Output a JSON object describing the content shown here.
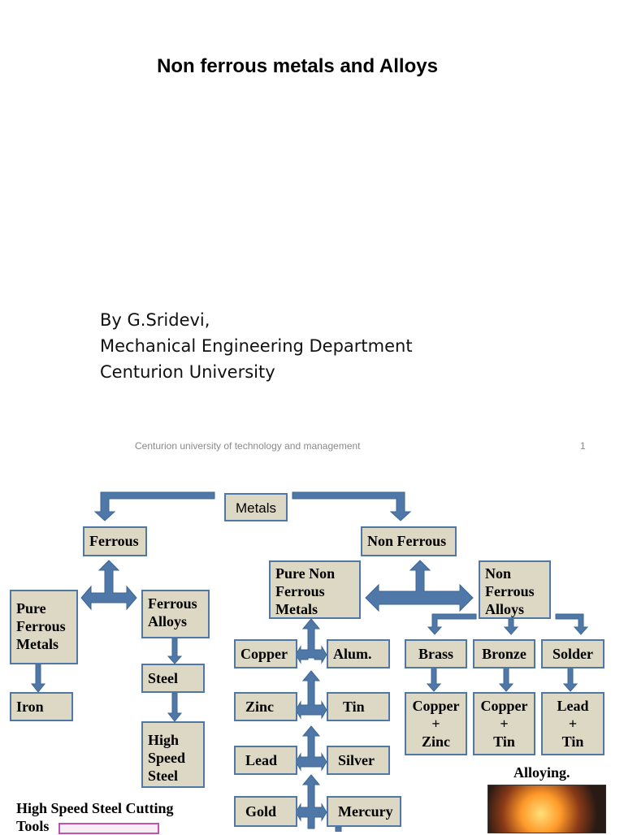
{
  "slide1": {
    "title": "Non ferrous metals and Alloys",
    "author_lines": [
      "By G.Sridevi,",
      "Mechanical Engineering Department",
      "Centurion University"
    ],
    "footer": "Centurion university of technology and management",
    "page_number": "1"
  },
  "diagram": {
    "metals": "Metals",
    "ferrous": "Ferrous",
    "non_ferrous": "Non Ferrous",
    "pure_ferrous": [
      "Pure",
      "Ferrous",
      "Metals"
    ],
    "ferrous_alloys": [
      "Ferrous",
      "Alloys"
    ],
    "iron": "Iron",
    "steel": "Steel",
    "hss": [
      "High",
      "Speed",
      "Steel"
    ],
    "pure_non_ferrous": [
      "Pure Non",
      "Ferrous",
      "Metals"
    ],
    "non_ferrous_alloys": [
      "Non",
      "Ferrous",
      "Alloys"
    ],
    "copper": "Copper",
    "alum": "Alum.",
    "zinc": "Zinc",
    "tin": "Tin",
    "lead": "Lead",
    "silver": "Silver",
    "gold": "Gold",
    "mercury": "Mercury",
    "brass": "Brass",
    "bronze": "Bronze",
    "solder": "Solder",
    "brass_comp": [
      "Copper",
      "+",
      "Zinc"
    ],
    "bronze_comp": [
      "Copper",
      "+",
      "Tin"
    ],
    "solder_comp": [
      "Lead",
      "+",
      "Tin"
    ]
  },
  "captions": {
    "alloying": "Alloying.",
    "hss_tools": [
      "High Speed Steel Cutting",
      "Tools"
    ]
  },
  "colors": {
    "box_fill": "#ddd8c4",
    "border": "#4f78a8",
    "arrow": "#4f78a8"
  }
}
